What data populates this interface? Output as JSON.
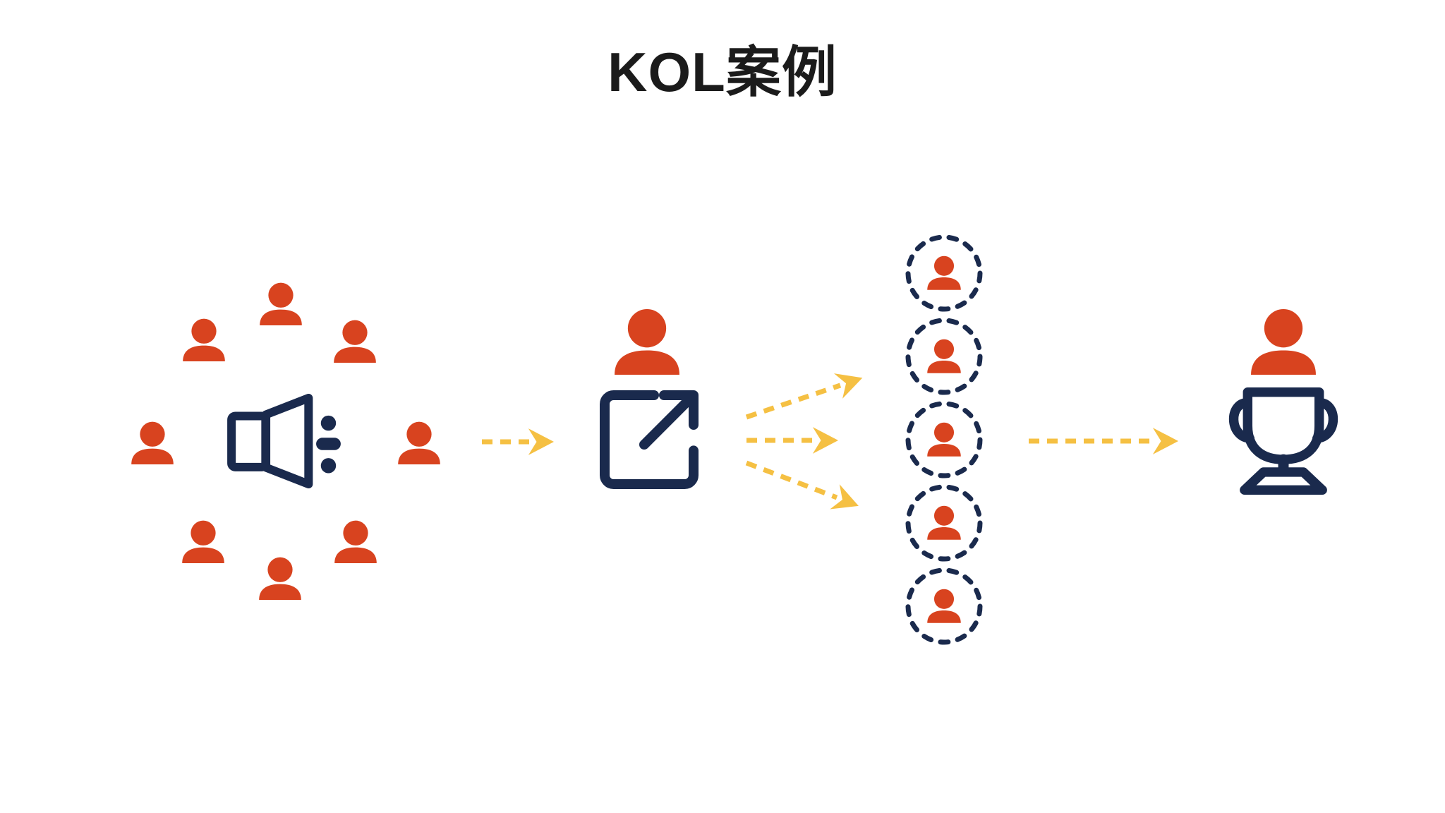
{
  "title": "KOL案例",
  "colors": {
    "person_orange": "#D8431F",
    "icon_navy": "#1A2A4D",
    "arrow_yellow": "#F5C043",
    "title_text": "#1B1B1B",
    "background": "#FFFFFF"
  },
  "diagram": {
    "stage_audience": {
      "icon": "megaphone-icon",
      "person_count": 8
    },
    "stage_kol": {
      "icons": [
        "person-icon",
        "external-link-icon"
      ]
    },
    "stage_followers": {
      "icon": "person-in-dashed-circle",
      "circle_count": 5
    },
    "stage_reward": {
      "icons": [
        "person-icon",
        "trophy-icon"
      ]
    },
    "arrows": {
      "style": "dashed",
      "color": "#F5C043",
      "count": 5
    }
  }
}
